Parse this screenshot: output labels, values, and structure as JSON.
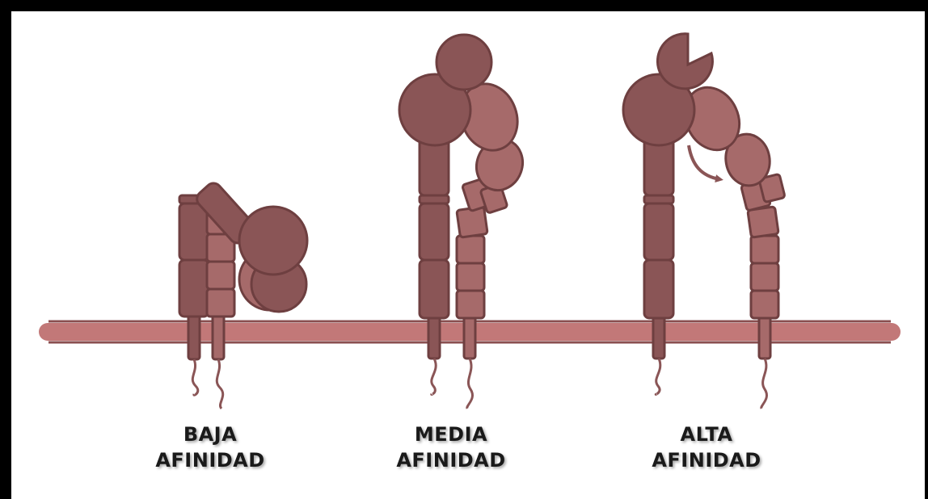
{
  "colors": {
    "dark": "#8a5556",
    "light": "#a66a6a",
    "stroke": "#6e3f40",
    "membrane": "#c27878",
    "membrane_line": "#8a4f50"
  },
  "states": [
    {
      "line1": "BAJA",
      "line2": "AFINIDAD"
    },
    {
      "line1": "MEDIA",
      "line2": "AFINIDAD"
    },
    {
      "line1": "ALTA",
      "line2": "AFINIDAD"
    }
  ]
}
